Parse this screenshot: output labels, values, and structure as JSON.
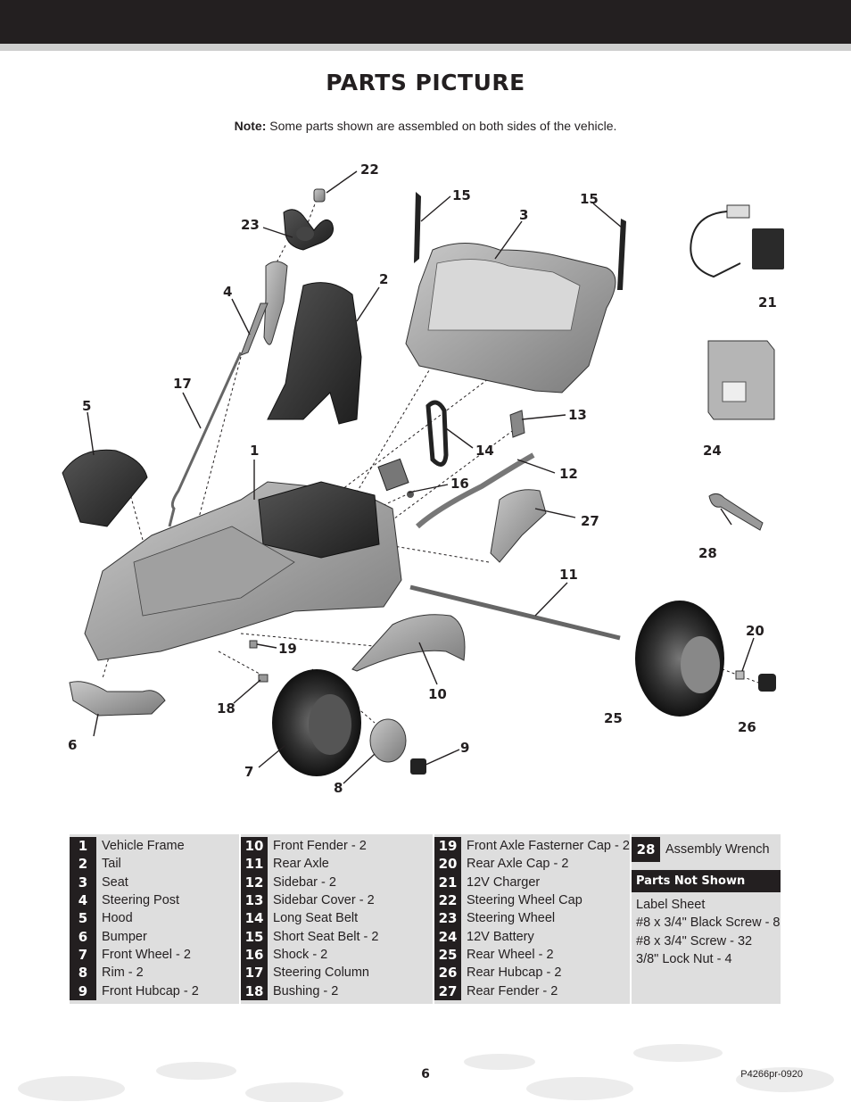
{
  "title": "PARTS PICTURE",
  "note": {
    "bold": "Note:",
    "text": " Some parts shown are assembled on both sides of the vehicle."
  },
  "callouts": [
    "22",
    "23",
    "15",
    "3",
    "15",
    "4",
    "2",
    "21",
    "17",
    "5",
    "13",
    "24",
    "1",
    "14",
    "12",
    "16",
    "27",
    "28",
    "11",
    "20",
    "19",
    "10",
    "18",
    "25",
    "26",
    "6",
    "9",
    "7",
    "8"
  ],
  "parts_col1": [
    {
      "num": "1",
      "name": "Vehicle Frame"
    },
    {
      "num": "2",
      "name": "Tail"
    },
    {
      "num": "3",
      "name": "Seat"
    },
    {
      "num": "4",
      "name": "Steering Post"
    },
    {
      "num": "5",
      "name": "Hood"
    },
    {
      "num": "6",
      "name": "Bumper"
    },
    {
      "num": "7",
      "name": "Front Wheel - 2"
    },
    {
      "num": "8",
      "name": "Rim - 2"
    },
    {
      "num": "9",
      "name": "Front Hubcap - 2"
    }
  ],
  "parts_col2": [
    {
      "num": "10",
      "name": "Front Fender - 2"
    },
    {
      "num": "11",
      "name": "Rear Axle"
    },
    {
      "num": "12",
      "name": "Sidebar - 2"
    },
    {
      "num": "13",
      "name": "Sidebar Cover - 2"
    },
    {
      "num": "14",
      "name": "Long Seat Belt"
    },
    {
      "num": "15",
      "name": "Short Seat Belt - 2"
    },
    {
      "num": "16",
      "name": "Shock - 2"
    },
    {
      "num": "17",
      "name": "Steering Column"
    },
    {
      "num": "18",
      "name": "Bushing - 2"
    }
  ],
  "parts_col3": [
    {
      "num": "19",
      "name": "Front Axle Fasterner Cap - 2"
    },
    {
      "num": "20",
      "name": "Rear Axle Cap - 2"
    },
    {
      "num": "21",
      "name": "12V Charger"
    },
    {
      "num": "22",
      "name": "Steering Wheel Cap"
    },
    {
      "num": "23",
      "name": "Steering Wheel"
    },
    {
      "num": "24",
      "name": "12V Battery"
    },
    {
      "num": "25",
      "name": "Rear Wheel - 2"
    },
    {
      "num": "26",
      "name": "Rear Hubcap - 2"
    },
    {
      "num": "27",
      "name": "Rear Fender - 2"
    }
  ],
  "parts_col4": [
    {
      "num": "28",
      "name": "Assembly Wrench"
    }
  ],
  "parts_not_shown": {
    "heading": "Parts Not Shown",
    "items": [
      "Label Sheet",
      "#8 x 3/4\" Black Screw - 8",
      "#8 x 3/4\" Screw - 32",
      "3/8\" Lock Nut - 4"
    ]
  },
  "page_number": "6",
  "doc_code": "P4266pr-0920",
  "colors": {
    "dark": "#231f20",
    "table_bg": "#dedede",
    "part_gray": "#8c8c8c"
  }
}
